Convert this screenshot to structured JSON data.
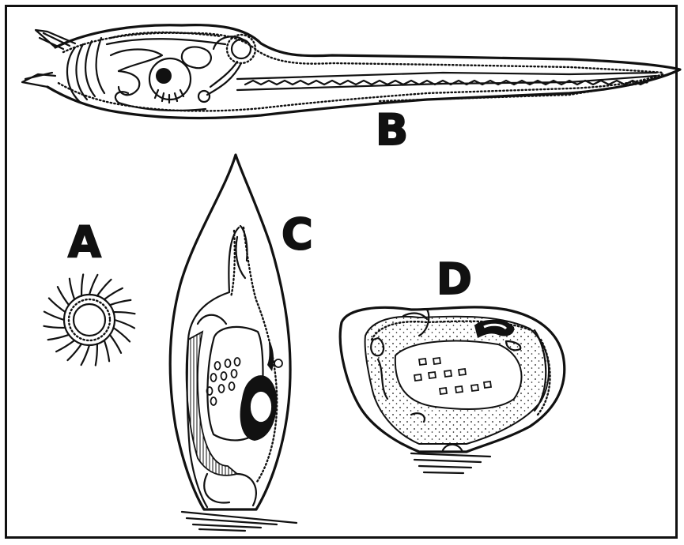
{
  "figure": {
    "labels": {
      "a": "A",
      "b": "B",
      "c": "C",
      "d": "D"
    }
  },
  "colors": {
    "ink": "#111111",
    "paper": "#ffffff"
  }
}
